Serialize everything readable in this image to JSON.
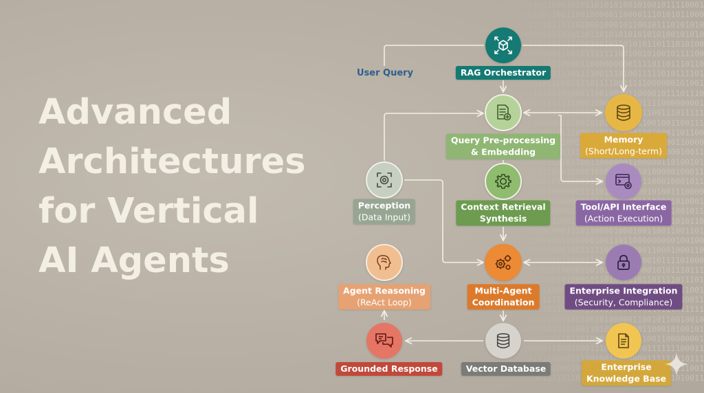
{
  "title": {
    "line1": "Advanced",
    "line2": "Architectures",
    "line3": "for Vertical",
    "line4": "AI Agents"
  },
  "diagram": {
    "nodes": {
      "user_query": {
        "label": "User Query"
      },
      "rag_orchestrator": {
        "label": "RAG Orchestrator",
        "color": "#147a73"
      },
      "query_preprocessing": {
        "line1": "Query Pre-processing",
        "line2": "& Embedding",
        "color": "#8fb673"
      },
      "memory": {
        "line1": "Memory",
        "line2": "(Short/Long-term)",
        "color": "#d9a93a"
      },
      "perception": {
        "line1": "Perception",
        "line2": "(Data Input)",
        "color": "#97a593"
      },
      "context_retrieval": {
        "line1": "Context Retrieval",
        "line2": "Synthesis",
        "color": "#6d9b4f"
      },
      "tool_api": {
        "line1": "Tool/API Interface",
        "line2": "(Action Execution)",
        "color": "#8a67a3"
      },
      "agent_reasoning": {
        "line1": "Agent Reasoning",
        "line2": "(ReAct Loop)",
        "color": "#e6a273"
      },
      "multi_agent": {
        "line1": "Multi-Agent",
        "line2": "Coordination",
        "color": "#dc7a2c"
      },
      "enterprise_integration": {
        "line1": "Enterprise Integration",
        "line2": "(Security, Compliance)",
        "color": "#6f4d83"
      },
      "grounded_response": {
        "label": "Grounded Response",
        "color": "#c0493b"
      },
      "vector_database": {
        "label": "Vector Database",
        "color": "#7b7b78"
      },
      "enterprise_kb": {
        "line1": "Enterprise",
        "line2": "Knowledge Base",
        "color": "#d3a73b"
      }
    },
    "icons": {
      "rag_orchestrator": "cube-network-icon",
      "query_preprocessing": "document-add-icon",
      "memory": "database-icon",
      "perception": "camera-lens-icon",
      "context_retrieval": "brain-gear-icon",
      "tool_api": "terminal-gear-icon",
      "agent_reasoning": "head-brain-icon",
      "multi_agent": "gears-icon",
      "enterprise_integration": "lock-icon",
      "grounded_response": "chat-bubbles-icon",
      "vector_database": "database-icon",
      "enterprise_kb": "document-icon"
    }
  }
}
